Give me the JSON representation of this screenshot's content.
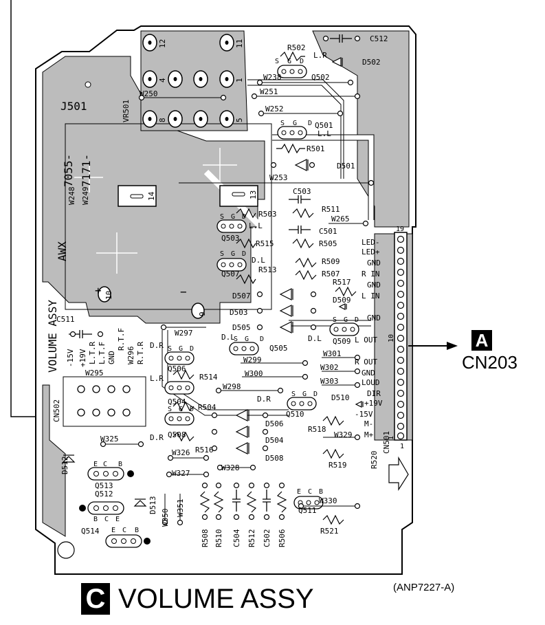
{
  "board": {
    "header_label": "J501",
    "vr_label": "VR501",
    "model_label_1": "7055-",
    "model_label_2": "7171-",
    "awx_label": "AWX",
    "assy_side_label": "VOLUME ASSY",
    "pad_12": "12",
    "pad_11": "11",
    "pad_4": "4",
    "pad_1": "1",
    "pad_8": "8",
    "pad_5": "5",
    "pad_14": "14",
    "pad_13": "13",
    "pad_10": "10",
    "pad_9": "9",
    "plus_sign": "+",
    "minus_sign": "−"
  },
  "components": {
    "C512": "C512",
    "R502": "R502",
    "LR_top": "L.R",
    "D502": "D502",
    "W238": "W238",
    "Q502": "Q502",
    "W250": "W250",
    "W251": "W251",
    "W252": "W252",
    "Q501": "Q501",
    "LL_q501": "L.L",
    "R501": "R501",
    "D501": "D501",
    "W248": "W248",
    "W249": "W249",
    "W253": "W253",
    "C503": "C503",
    "R503": "R503",
    "R511": "R511",
    "LL_q503": "L.L",
    "W265": "W265",
    "C501": "C501",
    "Q503": "Q503",
    "R515": "R515",
    "R505": "R505",
    "DL_q507": "D.L",
    "R509": "R509",
    "Q507": "Q507",
    "R513": "R513",
    "R507": "R507",
    "R517": "R517",
    "D507": "D507",
    "D509": "D509",
    "D503": "D503",
    "D505": "D505",
    "Q505": "Q505",
    "DL_q505": "D.L",
    "DL_d505": "D.L",
    "Q509": "Q509",
    "C511": "C511",
    "W297": "W297",
    "DR_q506": "D.R",
    "LTR": "L.T.R",
    "LTF": "L.T.F",
    "RTF": "R.T.F",
    "RTR": "R.T.R",
    "GND_side": "GND",
    "m15V": "-15V",
    "p19V_side": "+19V",
    "W295": "W295",
    "W296": "W296",
    "W299": "W299",
    "W300": "W300",
    "W301": "W301",
    "W302": "W302",
    "W303": "W303",
    "LR_q506": "L.R",
    "Q506": "Q506",
    "R514": "R514",
    "W298": "W298",
    "CN502": "CN502",
    "Q504": "Q504",
    "R504": "R504",
    "DR_q510": "D.R",
    "D510": "D510",
    "Q510": "Q510",
    "D506": "D506",
    "R518": "R518",
    "W329": "W329",
    "DR_q508": "D.R",
    "Q508": "Q508",
    "D504": "D504",
    "R516": "R516",
    "D508": "D508",
    "W325": "W325",
    "W326": "W326",
    "W327": "W327",
    "W328": "W328",
    "R519": "R519",
    "R520": "R520",
    "D512": "D512",
    "Q513": "Q513",
    "Q512": "Q512",
    "D513": "D513",
    "W350": "W350",
    "W351": "W351",
    "Q511": "Q511",
    "W330": "W330",
    "R521": "R521",
    "Q514": "Q514",
    "R508": "R508",
    "R510": "R510",
    "C504": "C504",
    "R512": "R512",
    "C502": "C502",
    "R506": "R506",
    "CN501": "CN501",
    "pin_S": "S",
    "pin_G": "G",
    "pin_D": "D",
    "pin_E": "E",
    "pin_C": "C",
    "pin_B": "B"
  },
  "cn501": {
    "pin_first": "1",
    "pin_mid": "10",
    "pin_last": "19",
    "pin_one_below": "1",
    "signals": [
      "LED-",
      "LED+",
      "GND",
      "R IN",
      "GND",
      "L IN",
      "GND",
      "L OUT",
      "R OUT",
      "GND",
      "LOUD",
      "DIR",
      "+19V",
      "-15V",
      "M-",
      "M+"
    ]
  },
  "connector": {
    "letter": "A",
    "name": "CN203"
  },
  "footer": {
    "part_number": "(ANP7227-A)",
    "letter": "C",
    "title": "VOLUME ASSY"
  }
}
